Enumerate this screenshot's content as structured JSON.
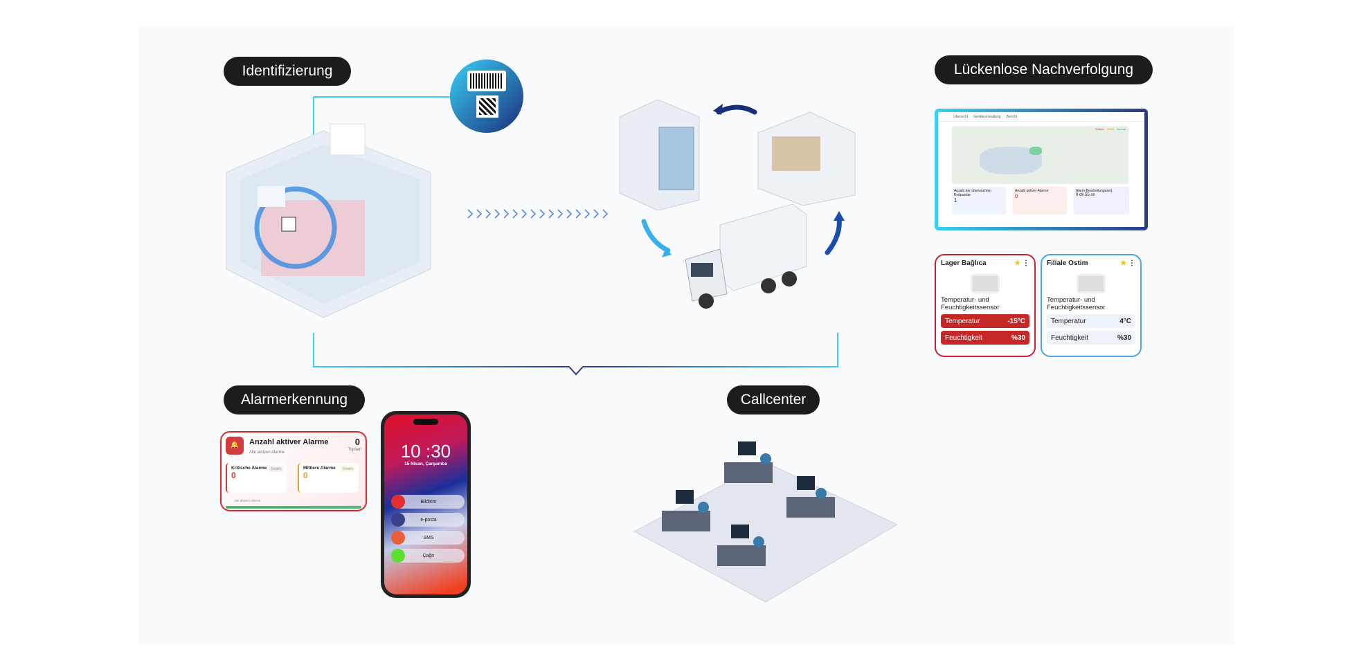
{
  "labels": {
    "identification": "Identifizierung",
    "tracking": "Lückenlose Nachverfolgung",
    "alarm": "Alarmerkennung",
    "callcenter": "Callcenter"
  },
  "alarm_card": {
    "title": "Anzahl aktiver Alarme",
    "subtitle": "Alle aktiven Alarme",
    "total": "0",
    "total_label": "Toplam",
    "critical": {
      "label": "Kritische Alarme",
      "value": "0",
      "details": "Details"
    },
    "medium": {
      "label": "Mittlere Alarme",
      "value": "0",
      "details": "Details"
    },
    "footer": "Alle aktiven Alarme"
  },
  "phone": {
    "time": "10 :30",
    "date": "15 Nisan, Çarşamba",
    "buttons": [
      "Bildirim",
      "e-posta",
      "SMS",
      "Çağrı"
    ]
  },
  "dashboard": {
    "nav": [
      "Übersicht",
      "Geräteverwaltung",
      "Bericht"
    ],
    "legend": [
      "Kritisch",
      "Mittel",
      "Normal"
    ],
    "cards": [
      "Anzahl der überwachten Endpunkte",
      "Anzahl aktiver Alarme",
      "Alarm-Bearbeitungszeit"
    ],
    "endpoints": "1",
    "alarm_total": "0",
    "time": "0 dk 55 sn"
  },
  "sensors": [
    {
      "name": "Lager Bağlıca",
      "type": "Temperatur- und Feuchtigkeitssensor",
      "temp_label": "Temperatur",
      "temp": "-15°C",
      "hum_label": "Feuchtigkeit",
      "hum": "%30",
      "status": "alarm"
    },
    {
      "name": "Filiale Ostim",
      "type": "Temperatur- und Feuchtigkeitssensor",
      "temp_label": "Temperatur",
      "temp": "4°C",
      "hum_label": "Feuchtigkeit",
      "hum": "%30",
      "status": "normal"
    }
  ],
  "colors": {
    "alarm": "#d9262c",
    "normal": "#4aa3e8",
    "accent": "#3ad0f5"
  }
}
